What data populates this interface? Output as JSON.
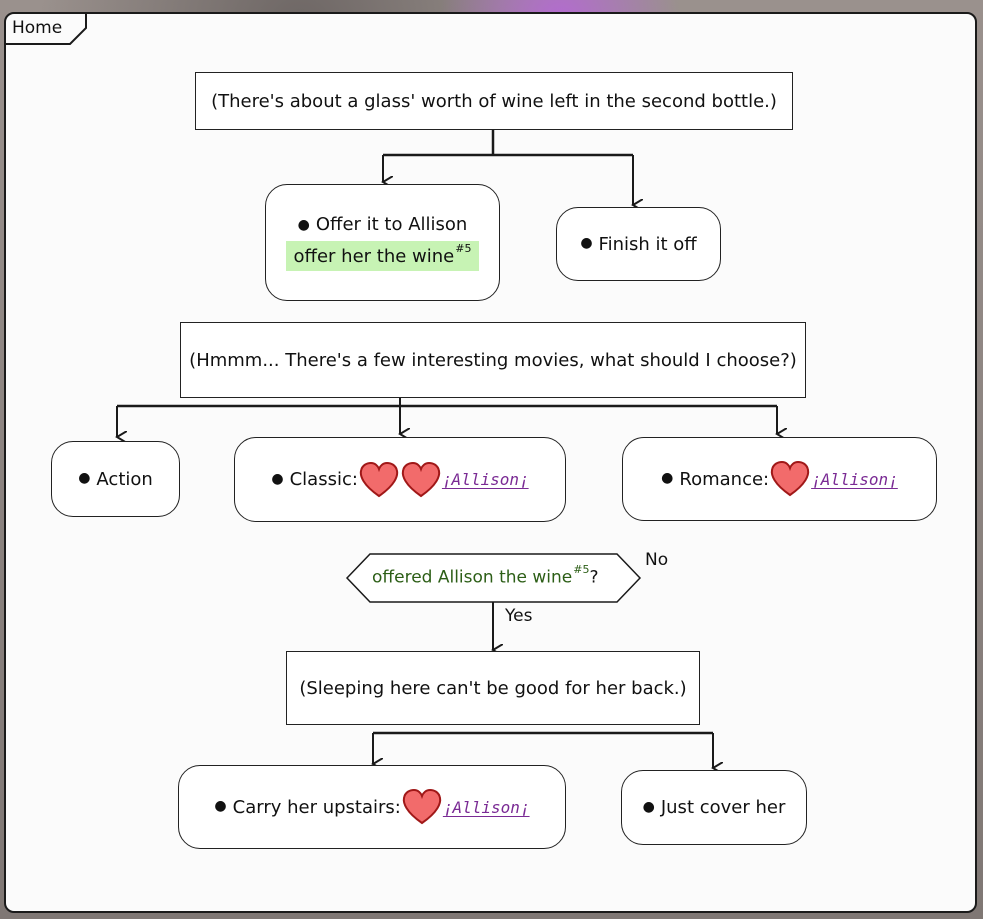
{
  "frame": {
    "title": "Home"
  },
  "nodes": {
    "wine_note": "(There's about a glass' worth of wine left in the second bottle.)",
    "offer": {
      "label": "Offer it to Allison",
      "effect": "offer her the wine",
      "ref": "#5"
    },
    "finish": {
      "label": "Finish it off"
    },
    "movies_note": "(Hmmm... There's a few interesting movies, what should I choose?)",
    "action": {
      "label": "Action"
    },
    "classic": {
      "label": "Classic:",
      "link": "¡Allison¡"
    },
    "romance": {
      "label": "Romance:",
      "link": "¡Allison¡"
    },
    "condition": {
      "text": "offered Allison the wine",
      "ref": "#5",
      "qmark": "?"
    },
    "branch_no": "No",
    "branch_yes": "Yes",
    "sleep_note": "(Sleeping here can't be good for her back.)",
    "carry": {
      "label": "Carry her upstairs:",
      "link": "¡Allison¡"
    },
    "cover": {
      "label": "Just cover her"
    }
  },
  "colors": {
    "heart_fill": "#f26b6b",
    "heart_stroke": "#a01818",
    "link": "#7a2a94",
    "condition_text": "#2c5e16",
    "highlight": "#c7f3b4"
  }
}
